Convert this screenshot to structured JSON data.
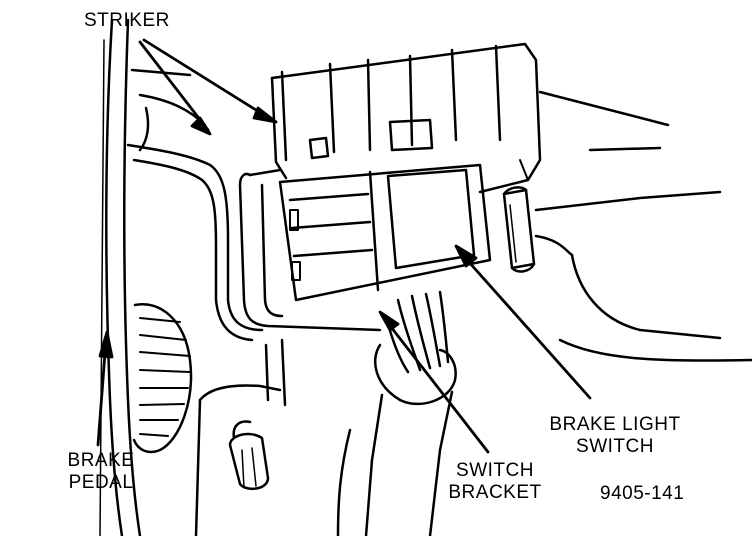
{
  "labels": {
    "striker": "STRIKER",
    "brake_light_switch_line1": "BRAKE LIGHT",
    "brake_light_switch_line2": "SWITCH",
    "switch_bracket_line1": "SWITCH",
    "switch_bracket_line2": "BRACKET",
    "brake_pedal_line1": "BRAKE",
    "brake_pedal_line2": "PEDAL",
    "figure_number": "9405-141"
  },
  "colors": {
    "ink": "#000000",
    "paper": "#ffffff"
  }
}
